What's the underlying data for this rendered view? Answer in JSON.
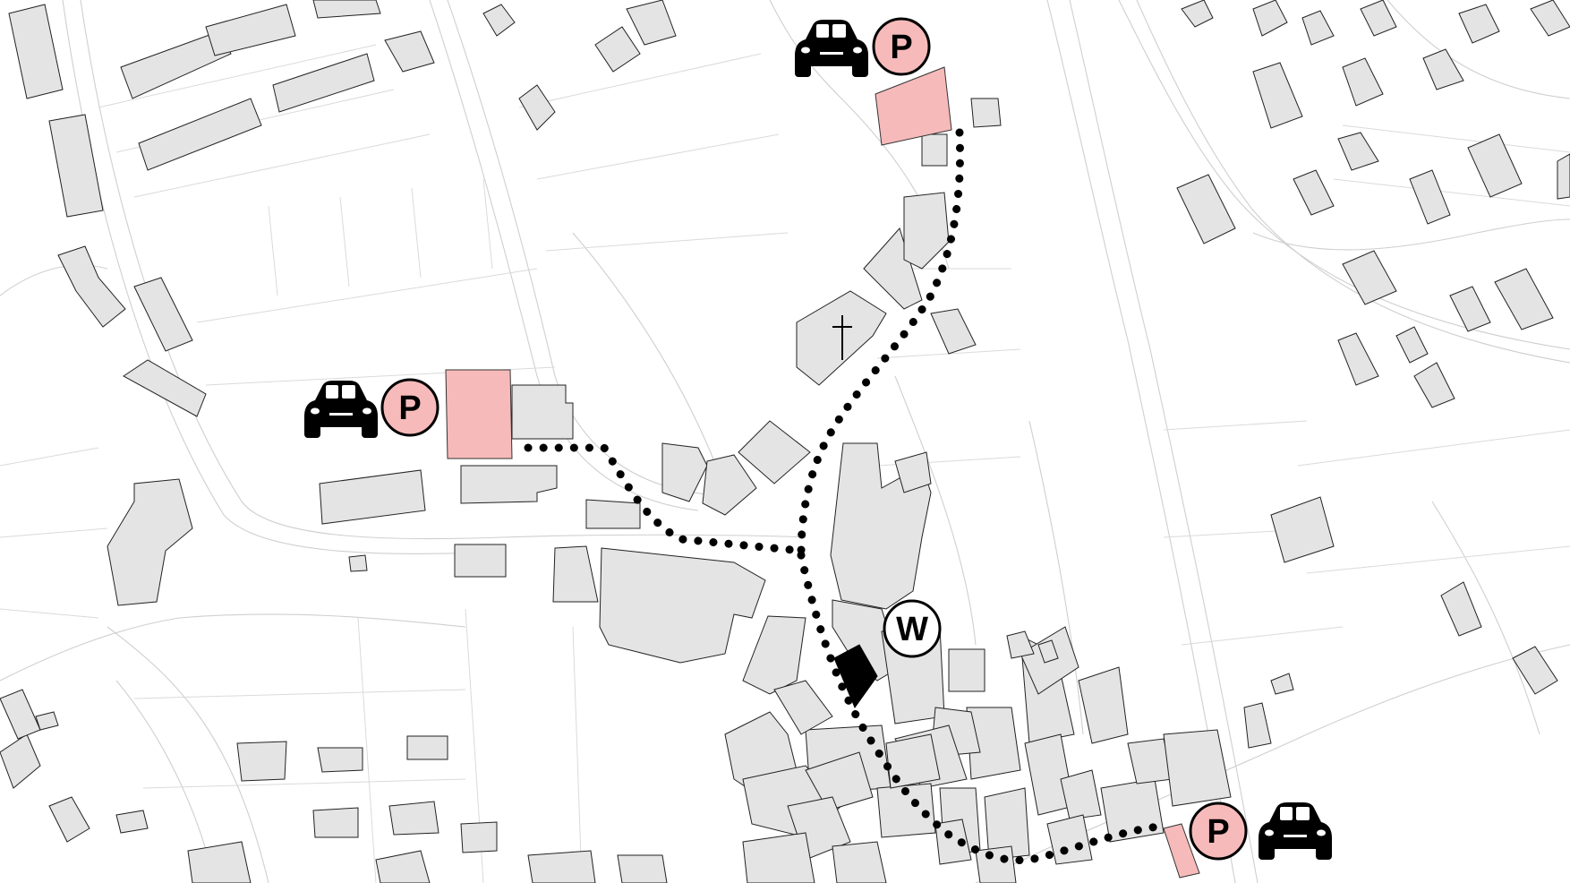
{
  "map": {
    "parking_symbol": "P",
    "wc_symbol": "W"
  },
  "legend_icons": [
    "car-icon",
    "parking-icon",
    "wc-icon",
    "church-cross-icon",
    "walking-route-dotted"
  ],
  "colors": {
    "background": "#ffffff",
    "building_fill": "#e4e4e4",
    "building_stroke": "#222222",
    "parking_fill": "#f7baba",
    "route": "#000000",
    "road_lines": "#cfcfcf"
  }
}
